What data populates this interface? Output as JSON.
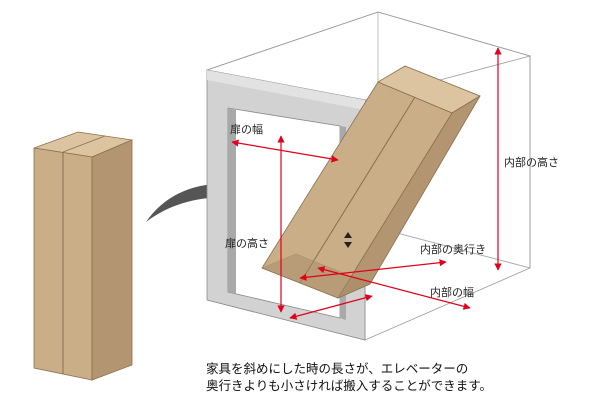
{
  "labels": {
    "door_width": "扉の幅",
    "door_height": "扉の高さ",
    "inner_height": "内部の高さ",
    "inner_depth": "内部の奥行き",
    "inner_width": "内部の幅"
  },
  "caption": {
    "line1": "家具を斜めにした時の長さが、エレベーターの",
    "line2": "奥行きよりも小さければ搬入することができます。"
  },
  "icons": {
    "arrow": "curved-arrow-icon",
    "elevator_buttons": "up-down-triangle-icon"
  },
  "colors": {
    "cardboard_front": "#c9ae87",
    "cardboard_side": "#b39572",
    "cardboard_top": "#dcc4a0",
    "wall_gray": "#c8c8c8",
    "dimension_red": "#e2001a",
    "arrow_gray": "#555555"
  }
}
